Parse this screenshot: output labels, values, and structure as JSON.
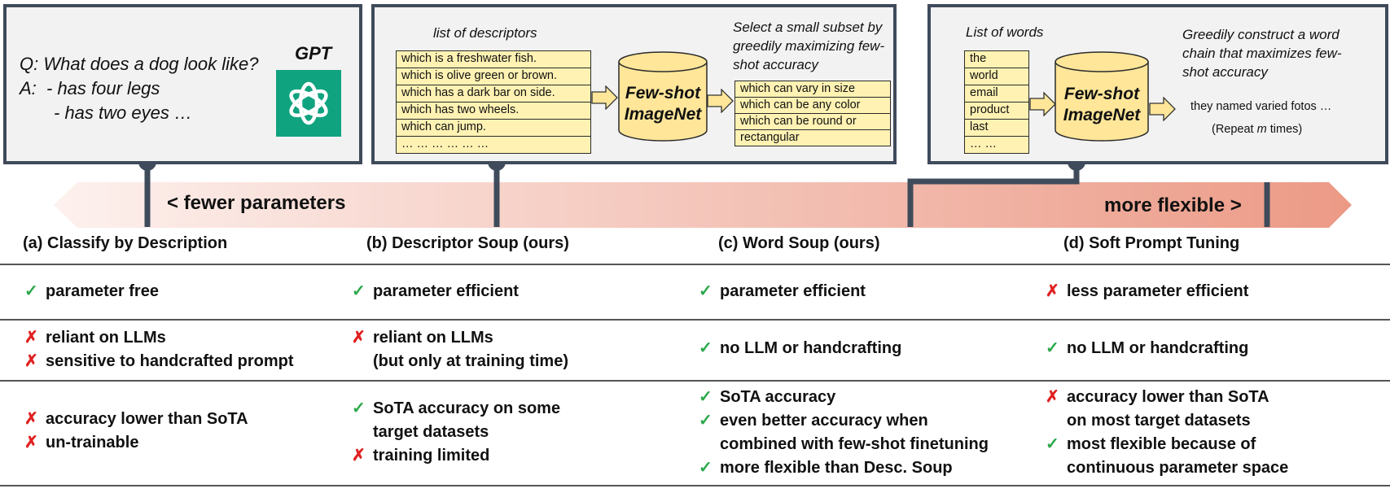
{
  "panels": {
    "a": {
      "q": "Q: What does a dog look like?",
      "a1": "A:  - has four legs",
      "a2": "- has two eyes …",
      "gpt_label": "GPT"
    },
    "b": {
      "list_title": "list of descriptors",
      "items": [
        "which is a freshwater fish.",
        "which is olive green or brown.",
        "which has a dark bar on side.",
        "which has two wheels.",
        "which can jump.",
        "… … … … … …"
      ],
      "cylinder": [
        "Few-shot",
        "ImageNet"
      ],
      "select_text": [
        "Select a small subset by",
        "greedily maximizing few-",
        "shot accuracy"
      ],
      "subset": [
        "which can vary in size",
        "which can be any color",
        "which can be round or",
        "rectangular"
      ]
    },
    "c": {
      "list_title": "List of words",
      "words": [
        "the",
        "world",
        "email",
        "product",
        "last",
        "… …"
      ],
      "cylinder": [
        "Few-shot",
        "ImageNet"
      ],
      "construct_text": [
        "Greedily construct a word",
        "chain that maximizes few-",
        "shot accuracy"
      ],
      "output_text": "they named varied fotos …",
      "repeat_pre": "(Repeat ",
      "repeat_m": "m",
      "repeat_post": " times)"
    }
  },
  "arrow_bar": {
    "left_label": "< fewer parameters",
    "right_label": "more flexible >"
  },
  "columns": [
    {
      "heading": "(a) Classify by Description"
    },
    {
      "heading": "(b) Descriptor Soup (ours)"
    },
    {
      "heading": "(c) Word Soup (ours)"
    },
    {
      "heading": "(d) Soft Prompt Tuning"
    }
  ],
  "symbols": {
    "check": "✓",
    "cross": "✗"
  },
  "rows": {
    "r1": {
      "a": "parameter free",
      "b": "parameter efficient",
      "c": "parameter efficient",
      "d": "less parameter efficient"
    },
    "r2": {
      "a1": "reliant on LLMs",
      "a2": "sensitive to handcrafted prompt",
      "b1": "reliant on LLMs",
      "b2": "(but only at training time)",
      "c": "no LLM or handcrafting",
      "d": "no LLM or handcrafting"
    },
    "r3": {
      "a1": "accuracy lower than SoTA",
      "a2": "un-trainable",
      "b1": "SoTA accuracy on some",
      "b2": "target datasets",
      "b3": "training limited",
      "c1": "SoTA accuracy",
      "c2": "even better accuracy when",
      "c3": "combined with few-shot finetuning",
      "c4": "more flexible than Desc. Soup",
      "d1": "accuracy lower than SoTA",
      "d2": "on most target datasets",
      "d3": "most flexible because of",
      "d4": "continuous parameter space"
    }
  },
  "colors": {
    "panel_border": "#3f4b5b",
    "cylinder_fill": "#ffe699",
    "list_fill": "#fff2b3",
    "gradient_start": "#fdeeea",
    "gradient_end": "#ee9f8c",
    "check": "#2ba84a",
    "cross": "#e02020",
    "gpt_green": "#10a37f"
  }
}
